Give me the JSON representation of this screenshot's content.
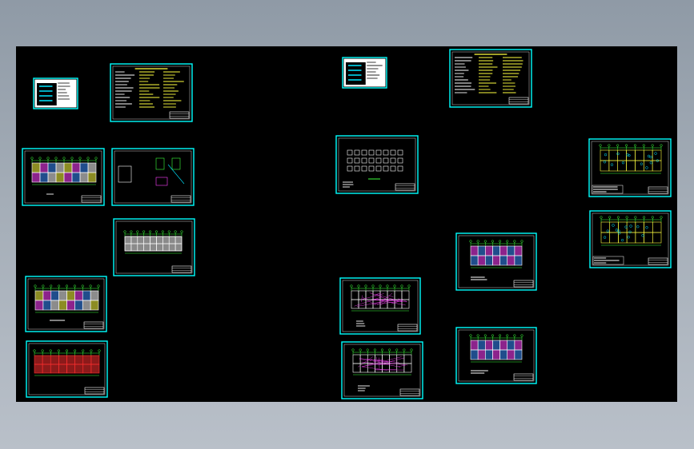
{
  "viewer": {
    "background_color": "#000000",
    "frame_color": "#00ffff",
    "palette": {
      "cyan": "#00e5ff",
      "green": "#3cff3c",
      "white": "#ffffff",
      "yellow": "#ffff40",
      "magenta": "#ff40ff",
      "red": "#ff3030",
      "blue": "#3a8cff"
    }
  },
  "sheets": [
    {
      "id": "cover-left",
      "kind": "cover"
    },
    {
      "id": "design-notes-1",
      "kind": "notes"
    },
    {
      "id": "foundation-plan-color",
      "kind": "plan-color"
    },
    {
      "id": "details-sheet",
      "kind": "details"
    },
    {
      "id": "roof-plan-gray",
      "kind": "plan-gray"
    },
    {
      "id": "floor-plan-left-a",
      "kind": "plan-color"
    },
    {
      "id": "beam-plan-red",
      "kind": "plan-red"
    },
    {
      "id": "cover-right",
      "kind": "cover"
    },
    {
      "id": "design-notes-2",
      "kind": "notes"
    },
    {
      "id": "column-schedule",
      "kind": "schedule"
    },
    {
      "id": "floor-plan-right-1",
      "kind": "plan-yellow"
    },
    {
      "id": "floor-plan-right-2",
      "kind": "plan-yellow"
    },
    {
      "id": "floor-plan-mid-1",
      "kind": "plan-magenta"
    },
    {
      "id": "plan-lower-1",
      "kind": "plan-white"
    },
    {
      "id": "plan-lower-2",
      "kind": "plan-white"
    },
    {
      "id": "floor-plan-mid-2",
      "kind": "plan-magenta"
    }
  ]
}
